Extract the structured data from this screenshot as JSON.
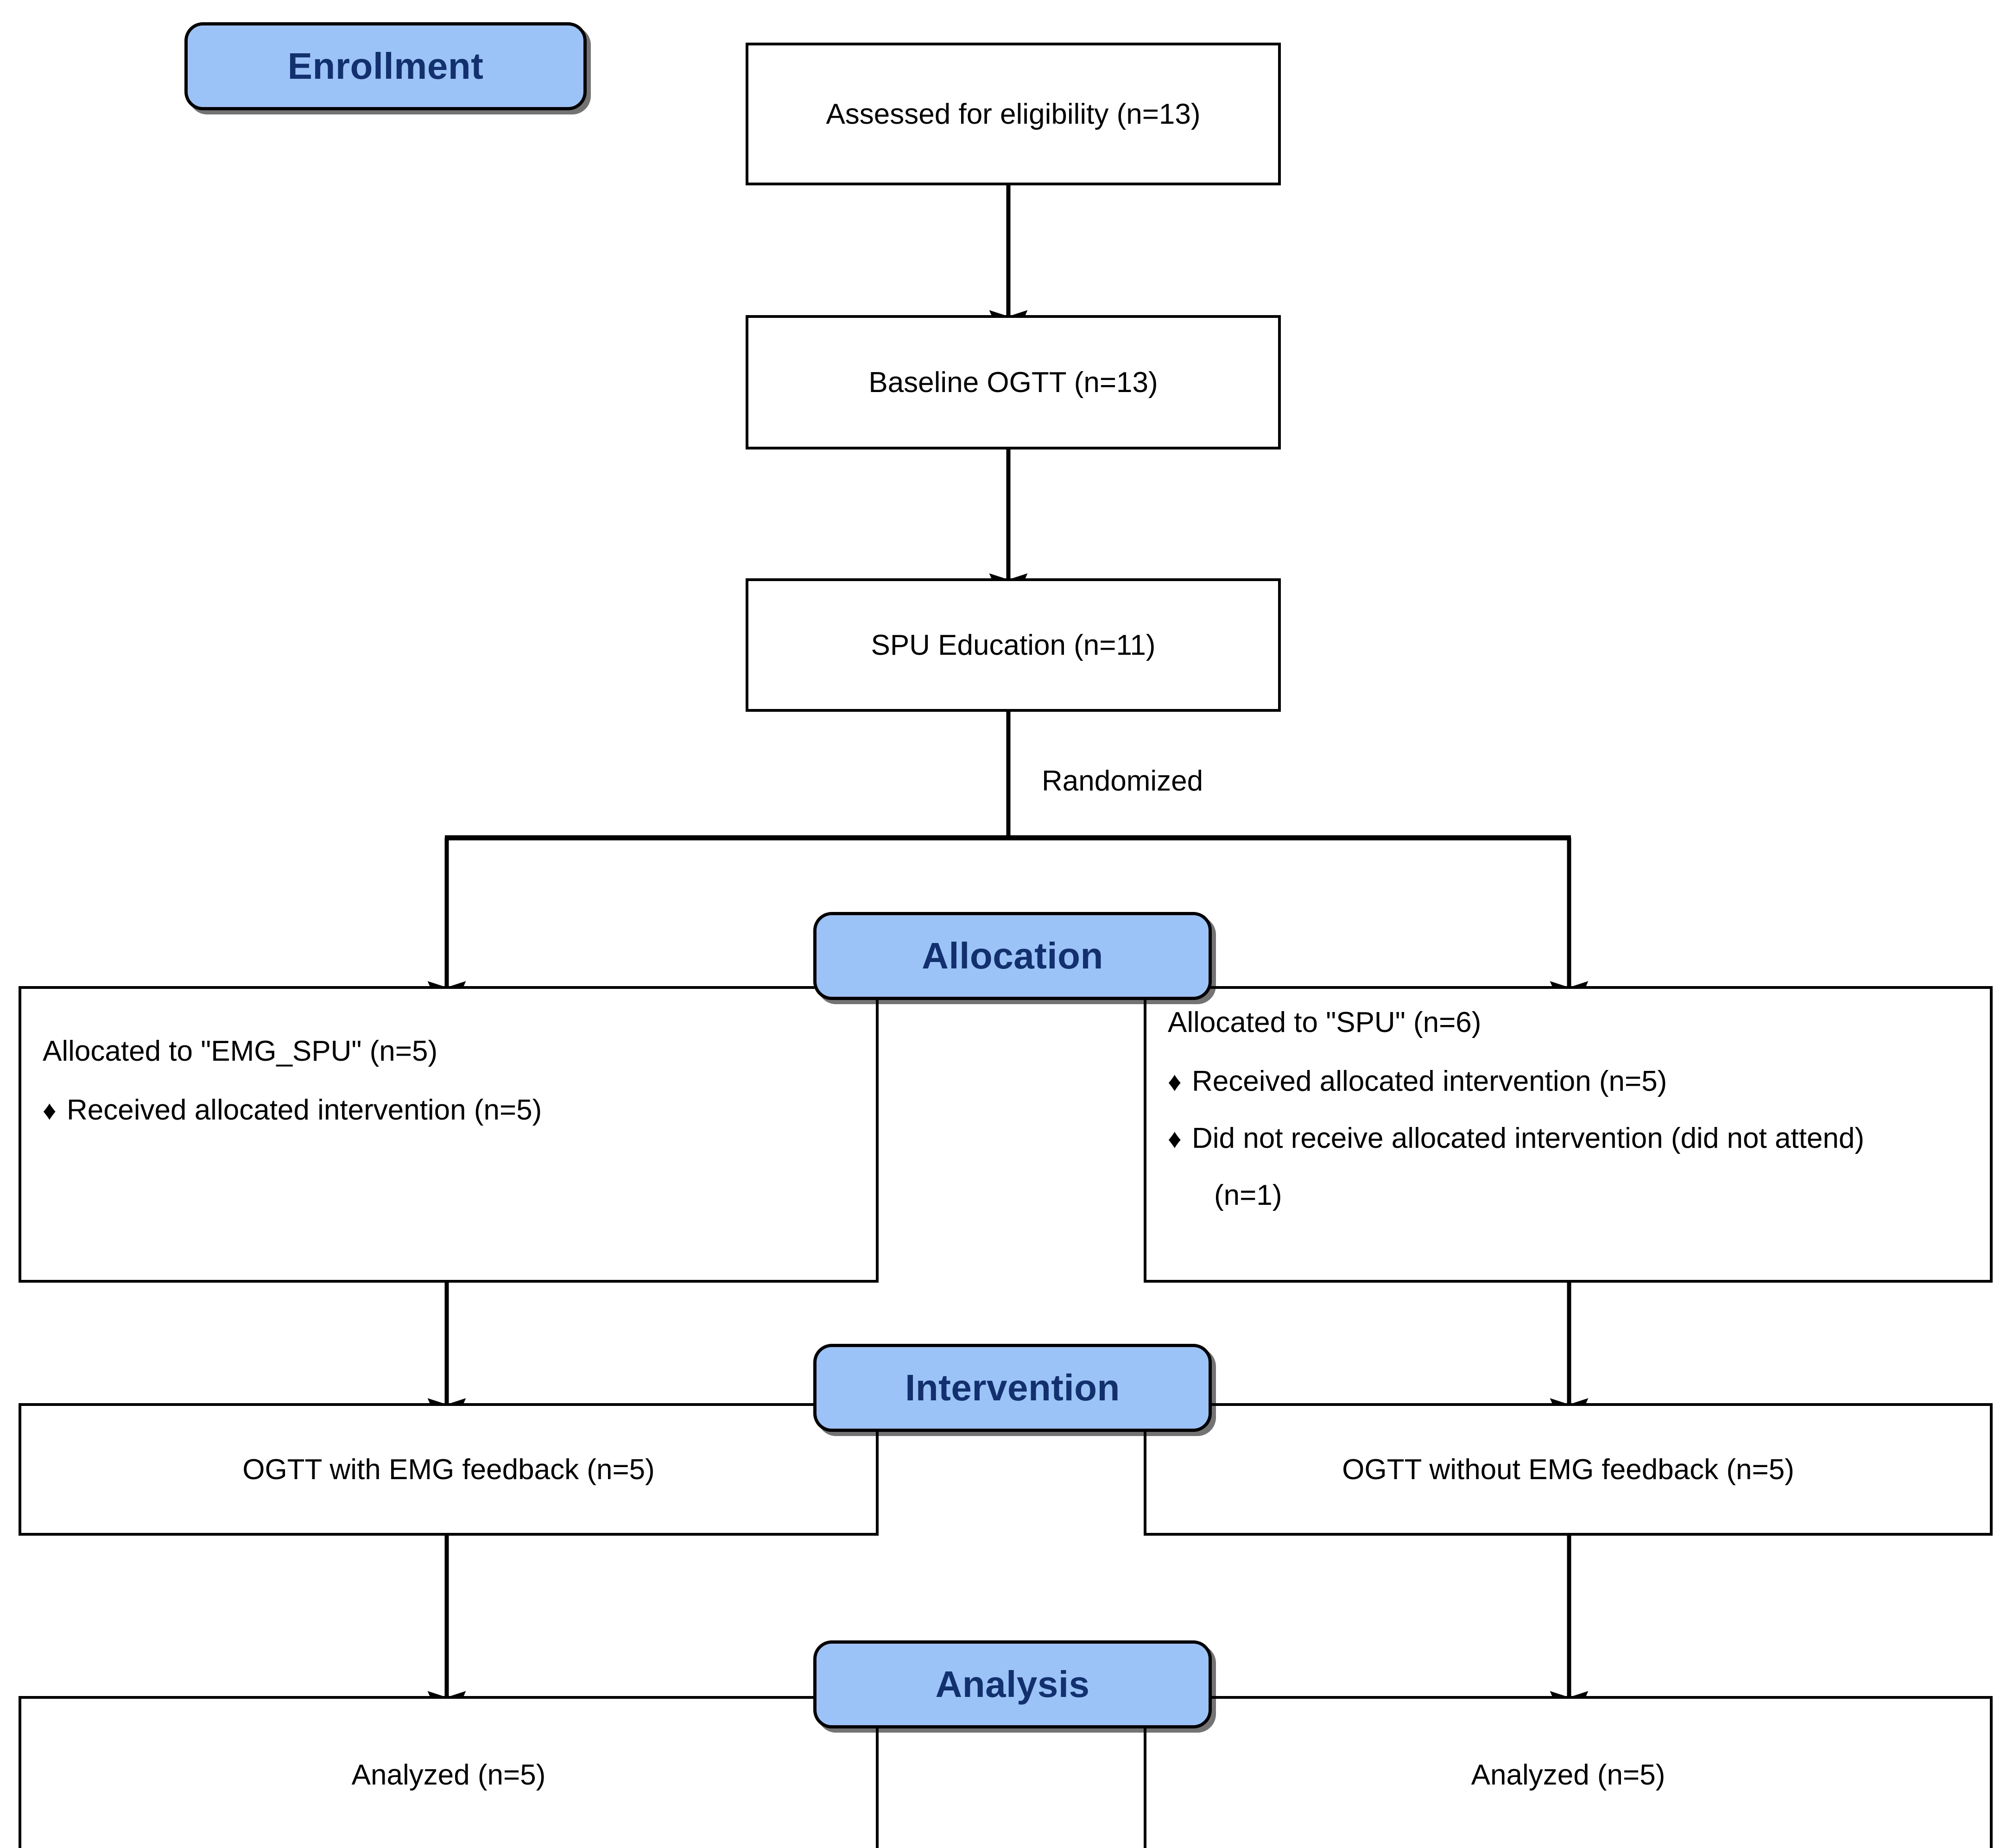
{
  "diagram": {
    "title": "CONSORT participant flow diagram",
    "accent_color": "#9cc3f7",
    "accent_text_color": "#13306e",
    "line_color": "#000000"
  },
  "stages": {
    "enrollment": "Enrollment",
    "allocation": "Allocation",
    "intervention": "Intervention",
    "analysis": "Analysis"
  },
  "enrollment": {
    "assessed": "Assessed for eligibility (n=13)",
    "baseline": "Baseline OGTT (n=13)",
    "education": "SPU Education (n=11)",
    "randomized_label": "Randomized"
  },
  "allocation": {
    "left": {
      "lead": "Allocated to \"EMG_SPU\" (n=5)",
      "bullets": [
        {
          "glyph": "♦",
          "text": "Received allocated intervention (n=5)"
        }
      ],
      "continuation": ""
    },
    "right": {
      "lead": "Allocated to \"SPU\" (n=6)",
      "bullets": [
        {
          "glyph": "♦",
          "text": "Received allocated intervention (n=5)"
        },
        {
          "glyph": "♦",
          "text": "Did not receive allocated intervention (did not attend)"
        }
      ],
      "continuation": "(n=1)"
    }
  },
  "intervention": {
    "left": "OGTT with EMG feedback (n=5)",
    "right": "OGTT without EMG feedback (n=5)"
  },
  "analysis": {
    "left": "Analyzed (n=5)",
    "right": "Analyzed (n=5)"
  }
}
